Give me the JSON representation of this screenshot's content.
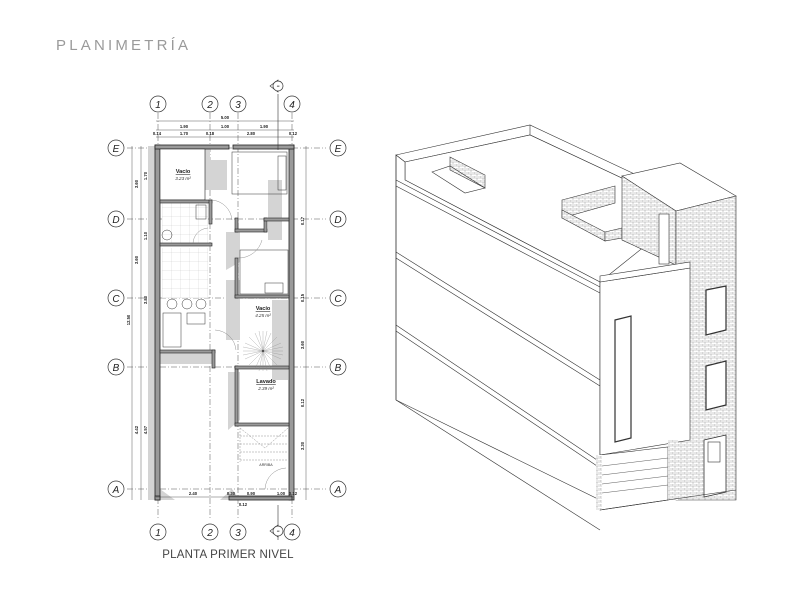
{
  "page": {
    "title": "PLANIMETRÍA",
    "caption": "PLANTA PRIMER NIVEL"
  },
  "plan": {
    "grid_columns": [
      "1",
      "2",
      "3",
      "4"
    ],
    "grid_rows": [
      "E",
      "D",
      "C",
      "B",
      "A"
    ],
    "section_marker": "-",
    "dims_top": {
      "overall": "5.00",
      "spans": [
        "1.90",
        "1.00",
        "1.90"
      ],
      "detail": [
        "0.14",
        "1.70",
        "0.18",
        "2.80",
        "0.12"
      ]
    },
    "dims_bottom": [
      "2.40",
      "0.30",
      "0.90",
      "1.00",
      "0.12",
      "0.12"
    ],
    "dims_left_outer": [
      "3.60",
      "3.60",
      "4.42"
    ],
    "dims_left_total": "12.50",
    "dims_left_inner": [
      "0.18",
      "1.70",
      "0.15",
      "1.10",
      "0.15",
      "3.80",
      "0.15",
      "4.57"
    ],
    "dims_right": [
      "0.17",
      "0.15",
      "3.60",
      "0.12",
      "3.30",
      "0.12"
    ],
    "rooms": [
      {
        "name": "Vacío",
        "area": "3.23 m²"
      },
      {
        "name": "Vacío",
        "area": "4.25 m²"
      },
      {
        "name": "Lavado",
        "area": "2.39 m²"
      }
    ],
    "stair_label": "ARRIBA"
  },
  "isometric": {
    "label": "3D isometric view"
  },
  "colors": {
    "title": "#9a9a9a",
    "line": "#222222",
    "wall_fill": "#9a9a9a",
    "shadow": "#d4d4d4",
    "brick": "#8a8a8a"
  }
}
